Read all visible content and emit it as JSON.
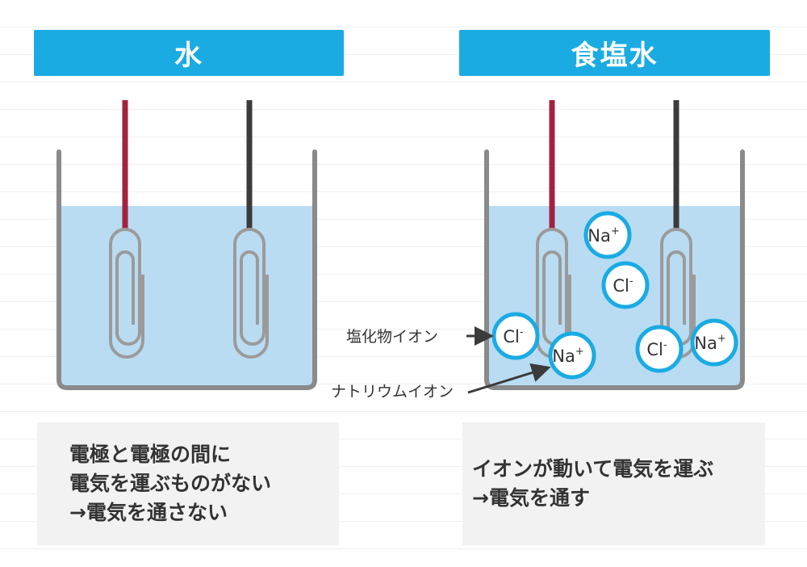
{
  "panels": {
    "left": {
      "title": "水",
      "note_lines": [
        "電極と電極の間に",
        "電気を運ぶものがない",
        "→電気を通さない"
      ]
    },
    "right": {
      "title": "食塩水",
      "note_lines": [
        "イオンが動いて電気を運ぶ",
        "→電気を通す"
      ]
    }
  },
  "ions": {
    "sodium": {
      "base": "Na",
      "charge": "+"
    },
    "chloride": {
      "base": "Cl",
      "charge": "-"
    }
  },
  "callouts": {
    "chloride_label": "塩化物イオン",
    "sodium_label": "ナトリウムイオン"
  },
  "colors": {
    "title_bg": "#1aabe3",
    "water": "#b9dcf2",
    "beaker": "#8a8a8a",
    "positive_electrode": "#a4213f",
    "negative_electrode": "#3b3b3b",
    "ion_ring": "#1aabe3"
  }
}
